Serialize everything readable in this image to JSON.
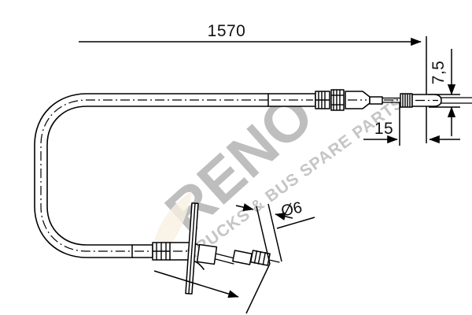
{
  "drawing": {
    "title": "Handbrake cable technical drawing",
    "background_color": "#ffffff",
    "line_color": "#000000",
    "part_type": "brake-cable"
  },
  "dimensions": {
    "overall_length": "1570",
    "end_fitting_height": "7,5",
    "end_segment_length": "15",
    "nipple_diameter": "Ø6"
  },
  "watermark": {
    "brand": "RENO",
    "tagline": "TRUCKS & BUS SPARE PARTS",
    "color": "#bdbdbd"
  }
}
